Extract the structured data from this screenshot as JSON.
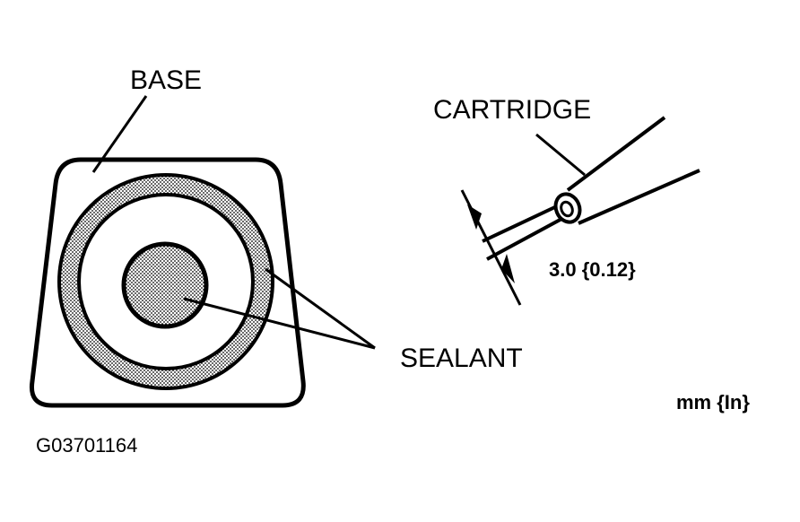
{
  "labels": {
    "base": "BASE",
    "cartridge": "CARTRIDGE",
    "sealant": "SEALANT",
    "dimension": "3.0 {0.12}",
    "units": "mm {In}",
    "figure_id": "G03701164"
  },
  "colors": {
    "ink": "#000000",
    "background": "#ffffff",
    "sealant_dots": "#000000"
  }
}
